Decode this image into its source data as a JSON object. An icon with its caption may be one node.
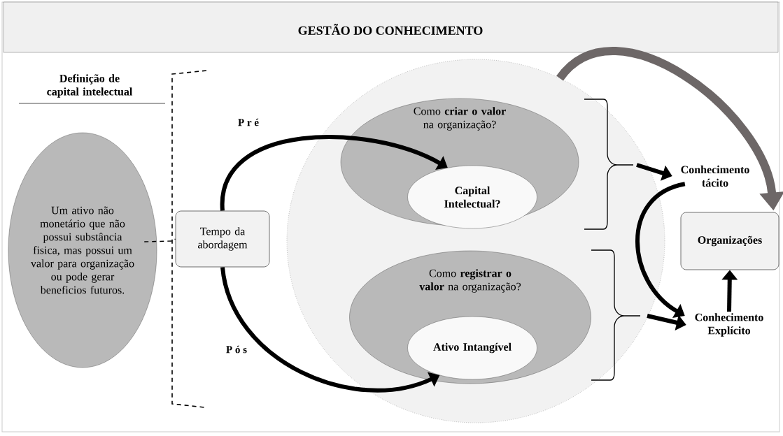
{
  "diagram": {
    "title": "GESTÃO DO CONHECIMENTO",
    "nodes": [
      {
        "text": [
          "Um ativo não monetário que não possui substância fisica, mas possui um valor para organização ou pode gerar beneficios futuros."
        ]
      },
      {
        "text": [
          "Tempo da abordagem"
        ]
      },
      {
        "text": [],
        "shape": "circle"
      },
      {
        "text": [
          "Como **criar o valor** na organização?"
        ],
        "in": 2
      },
      {
        "text": [
          "Capital Intelectual?"
        ],
        "in": 3
      },
      {
        "text": [
          "Como **registrar o valor** na organização?"
        ],
        "in": 2
      },
      {
        "text": [
          "Ativo Intangível"
        ],
        "in": 5
      },
      {
        "text": [
          "Conhecimento tácito"
        ]
      },
      {
        "text": [
          "Organizações"
        ]
      },
      {
        "text": [
          "Conhecimento Explícito"
        ]
      }
    ],
    "edges": [
      {
        "from": 0,
        "to": 1,
        "arrow": "none",
        "style": "dashed"
      },
      {
        "from": 1,
        "to": 4,
        "arrow": "to",
        "label": "P r é"
      },
      {
        "from": 1,
        "to": 6,
        "arrow": "to",
        "label": "P ó s"
      },
      {
        "from": 2,
        "to": 8,
        "arrow": "to",
        "style": "thick",
        "color": "#6d6767"
      },
      {
        "from": 2,
        "to": 7,
        "arrow": "to"
      },
      {
        "from": 2,
        "to": 9,
        "arrow": "to"
      },
      {
        "from": 7,
        "to": 9,
        "arrow": "to"
      },
      {
        "from": 9,
        "to": 8,
        "arrow": "to"
      }
    ],
    "labels": [
      "Definição de capital intelectual"
    ]
  }
}
